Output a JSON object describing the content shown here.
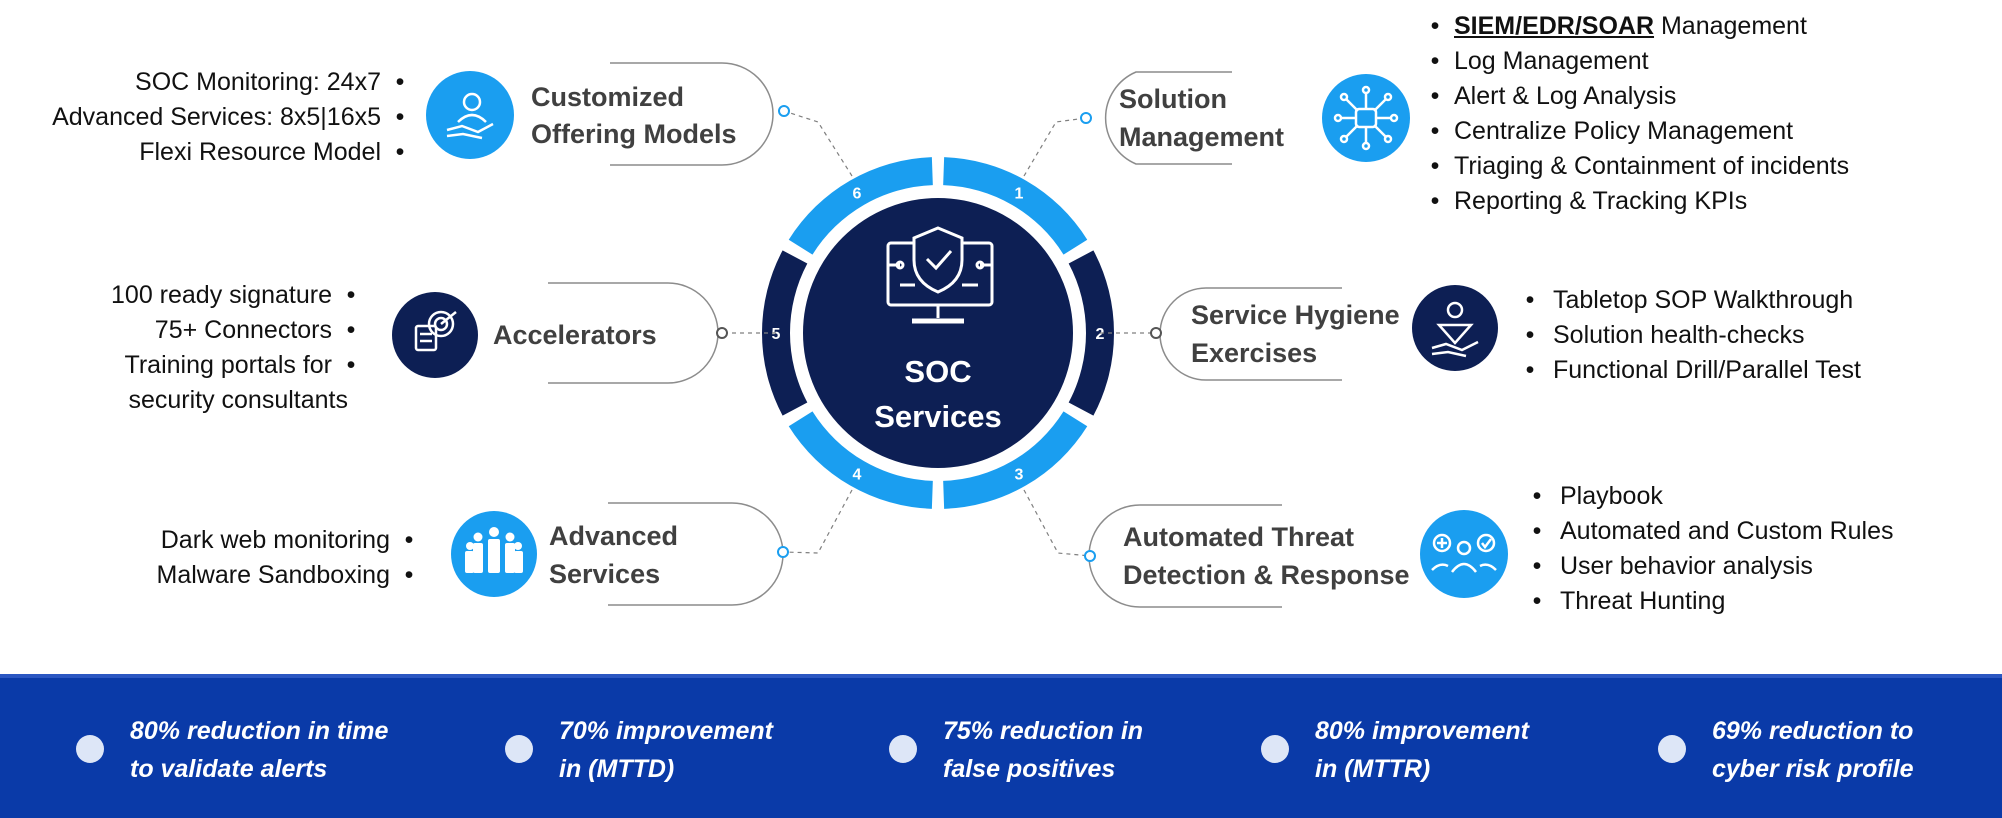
{
  "center": {
    "line1": "SOC",
    "line2": "Services"
  },
  "segments": [
    "1",
    "2",
    "3",
    "4",
    "5",
    "6"
  ],
  "nodes": [
    {
      "id": "customized",
      "number": "6",
      "title1": "Customized",
      "title2": "Offering Models",
      "icon": "user-hand-icon",
      "bullets": [
        "SOC Monitoring: 24x7",
        "Advanced Services: 8x5|16x5",
        "Flexi Resource Model"
      ]
    },
    {
      "id": "accelerators",
      "number": "5",
      "title1": "Accelerators",
      "title2": "",
      "icon": "target-checklist-icon",
      "bullets": [
        "100 ready signature",
        "75+ Connectors",
        "Training portals for",
        "security consultants"
      ]
    },
    {
      "id": "advanced",
      "number": "4",
      "title1": "Advanced",
      "title2": "Services",
      "icon": "team-icon",
      "bullets": [
        "Dark web monitoring",
        "Malware Sandboxing"
      ]
    },
    {
      "id": "solution",
      "number": "1",
      "title1": "Solution",
      "title2": "Management",
      "icon": "network-hub-icon",
      "bullets_first_bold": "SIEM/EDR/SOAR",
      "bullets_first_rest": " Management",
      "bullets": [
        "Log Management",
        "Alert & Log Analysis",
        "Centralize Policy Management",
        "Triaging & Containment of incidents",
        "Reporting & Tracking KPIs"
      ]
    },
    {
      "id": "hygiene",
      "number": "2",
      "title1": "Service Hygiene",
      "title2": "Exercises",
      "icon": "diamond-hand-icon",
      "bullets": [
        "Tabletop SOP Walkthrough",
        "Solution health-checks",
        "Functional Drill/Parallel Test"
      ]
    },
    {
      "id": "automated",
      "number": "3",
      "title1": "Automated Threat",
      "title2": "Detection & Response",
      "icon": "people-check-icon",
      "bullets": [
        "Playbook",
        "Automated and Custom Rules",
        "User behavior analysis",
        "Threat Hunting"
      ]
    }
  ],
  "footer": [
    {
      "line1": "80% reduction in time",
      "line2": "to validate alerts"
    },
    {
      "line1": "70% improvement",
      "line2": "in (MTTD)"
    },
    {
      "line1": "75% reduction in",
      "line2": "false positives"
    },
    {
      "line1": "80% improvement",
      "line2": "in (MTTR)"
    },
    {
      "line1": "69% reduction to",
      "line2": "cyber risk profile"
    }
  ],
  "colors": {
    "light_blue": "#1a9ef0",
    "dark_navy": "#0d1f54",
    "footer_blue": "#0a3aa8",
    "text_gray": "#404040"
  }
}
